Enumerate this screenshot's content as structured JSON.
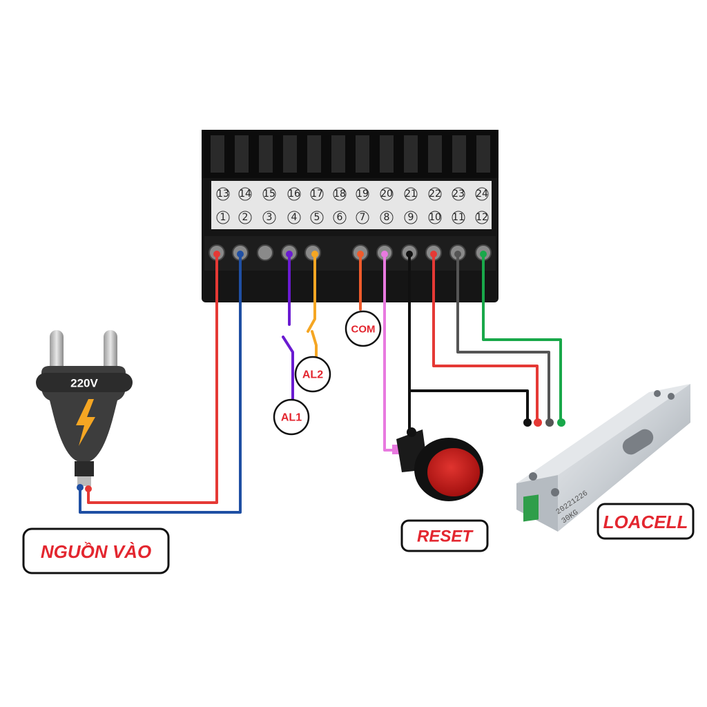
{
  "terminal_block": {
    "top_numbers": [
      "13",
      "14",
      "15",
      "16",
      "17",
      "18",
      "19",
      "20",
      "21",
      "22",
      "23",
      "24"
    ],
    "bottom_numbers": [
      "1",
      "2",
      "3",
      "4",
      "5",
      "6",
      "7",
      "8",
      "9",
      "10",
      "11",
      "12"
    ]
  },
  "plug": {
    "voltage": "220V",
    "plug_color": "#3d3d3d",
    "bolt_color": "#f5a623"
  },
  "labels": {
    "com": "COM",
    "al2": "AL2",
    "al1": "AL1",
    "power_in": "NGUỒN VÀO",
    "reset": "RESET",
    "loadcell": "LOACELL"
  },
  "loadcell_markings": {
    "date": "20221226",
    "capacity": "30KG"
  },
  "colors": {
    "red_wire": "#e53935",
    "blue_wire": "#1f4fa3",
    "purple_wire": "#6a1bd1",
    "orange_wire": "#f5a623",
    "com_wire": "#ef5a2b",
    "pink_wire": "#e87adf",
    "black_wire": "#111111",
    "gray_wire": "#555555",
    "green_wire": "#19a84a",
    "label_red": "#e3262f"
  },
  "icons": [
    "power-plug-icon",
    "lightning-bolt-icon",
    "reset-button-icon",
    "load-cell-icon"
  ]
}
